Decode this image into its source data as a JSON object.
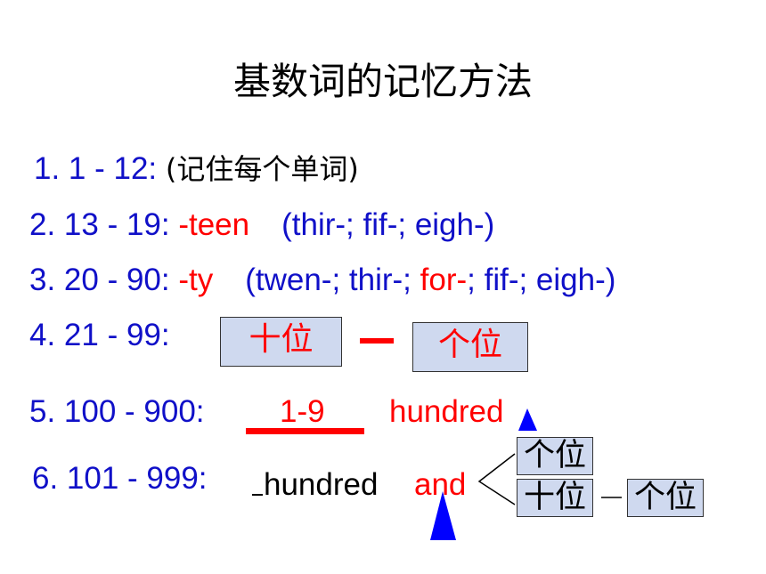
{
  "title": "基数词的记忆方法",
  "rules": [
    {
      "num": "1. 1 - 12: ",
      "note": "(记住每个单词)"
    },
    {
      "num": "2. 13 - 19: ",
      "suffix": "-teen",
      "hint": "(thir-; fif-; eigh-)"
    },
    {
      "num": "3. 20 - 90: ",
      "suffix": "-ty",
      "hint_a": "(twen-; thir-; ",
      "hint_red": "for-",
      "hint_b": "; fif-; eigh-)"
    },
    {
      "num": "4. 21 - 99:",
      "box_tens": "十位",
      "box_ones": "个位"
    },
    {
      "num": "5. 100 - 900:",
      "digit": "1-9",
      "word": "hundred"
    },
    {
      "num": "6. 101 - 999:",
      "word": "hundred",
      "and": "and",
      "box_ones": "个位",
      "box_tens": "十位",
      "box_ones2": "个位"
    }
  ],
  "colors": {
    "blue": "#1010c8",
    "red": "#ff0000",
    "box_fill": "#cfd9ef",
    "arrow": "#0000ff"
  }
}
